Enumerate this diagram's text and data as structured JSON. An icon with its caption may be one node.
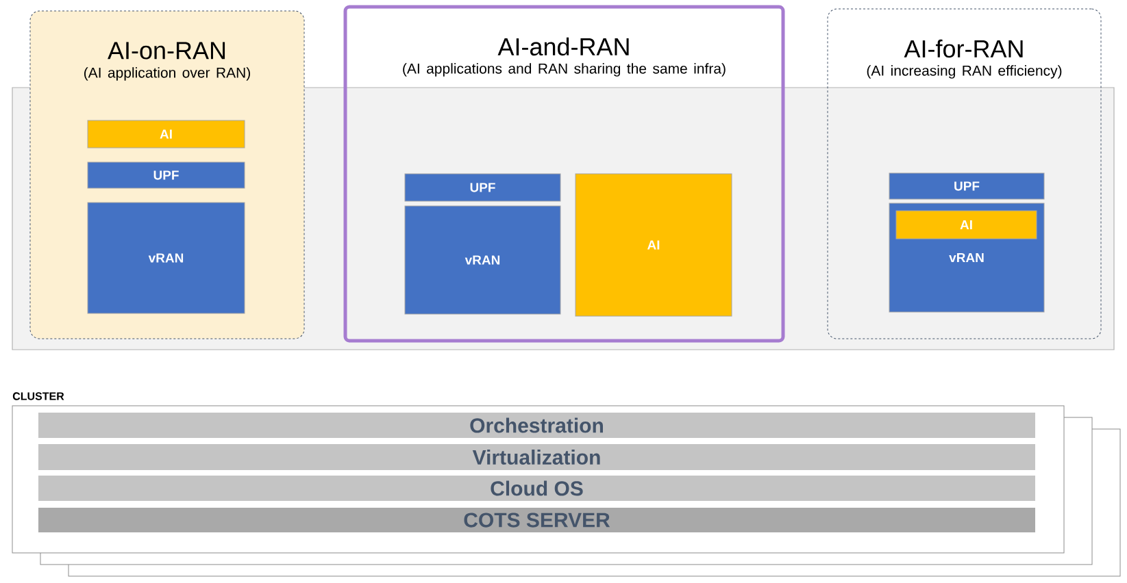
{
  "diagram": {
    "nodes": [
      {
        "text": [
          "AI-on-RAN",
          "(AI application over RAN)"
        ]
      },
      {
        "text": [
          "AI"
        ],
        "in": 0
      },
      {
        "text": [
          "UPF"
        ],
        "in": 0
      },
      {
        "text": [
          "vRAN"
        ],
        "in": 0
      },
      {
        "text": [
          "AI-and-RAN",
          "(AI applications and RAN sharing the same infra)"
        ]
      },
      {
        "text": [
          "UPF"
        ],
        "in": 4
      },
      {
        "text": [
          "vRAN"
        ],
        "in": 4
      },
      {
        "text": [
          "AI"
        ],
        "in": 4
      },
      {
        "text": [
          "AI-for-RAN",
          "(AI increasing RAN efficiency)"
        ]
      },
      {
        "text": [
          "UPF"
        ],
        "in": 8
      },
      {
        "text": [
          "vRAN"
        ],
        "in": 8
      },
      {
        "text": [
          "AI"
        ],
        "in": 10
      },
      {
        "text": [
          "CLUSTER"
        ]
      },
      {
        "text": [
          "Orchestration"
        ],
        "in": 12
      },
      {
        "text": [
          "Virtualization"
        ],
        "in": 12
      },
      {
        "text": [
          "Cloud OS"
        ],
        "in": 12
      },
      {
        "text": [
          "COTS SERVER"
        ],
        "in": 12
      }
    ]
  }
}
